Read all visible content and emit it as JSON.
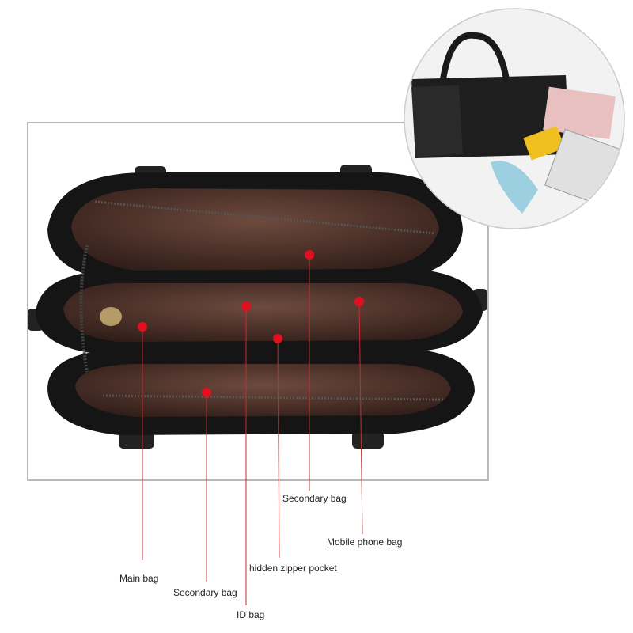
{
  "callouts": [
    {
      "id": "secondary-bag-top",
      "label": "Secondary bag"
    },
    {
      "id": "mobile-phone-bag",
      "label": "Mobile phone bag"
    },
    {
      "id": "main-bag",
      "label": "Main bag"
    },
    {
      "id": "hidden-zipper-pocket",
      "label": "hidden zipper pocket"
    },
    {
      "id": "secondary-bag-bottom",
      "label": "Secondary bag"
    },
    {
      "id": "id-bag",
      "label": "ID bag"
    }
  ],
  "colors": {
    "dot": "#e01020",
    "line": "#c03030",
    "frame": "#b8b8b8",
    "bag": "#1a1a1a",
    "lining": "#5a3a30"
  }
}
